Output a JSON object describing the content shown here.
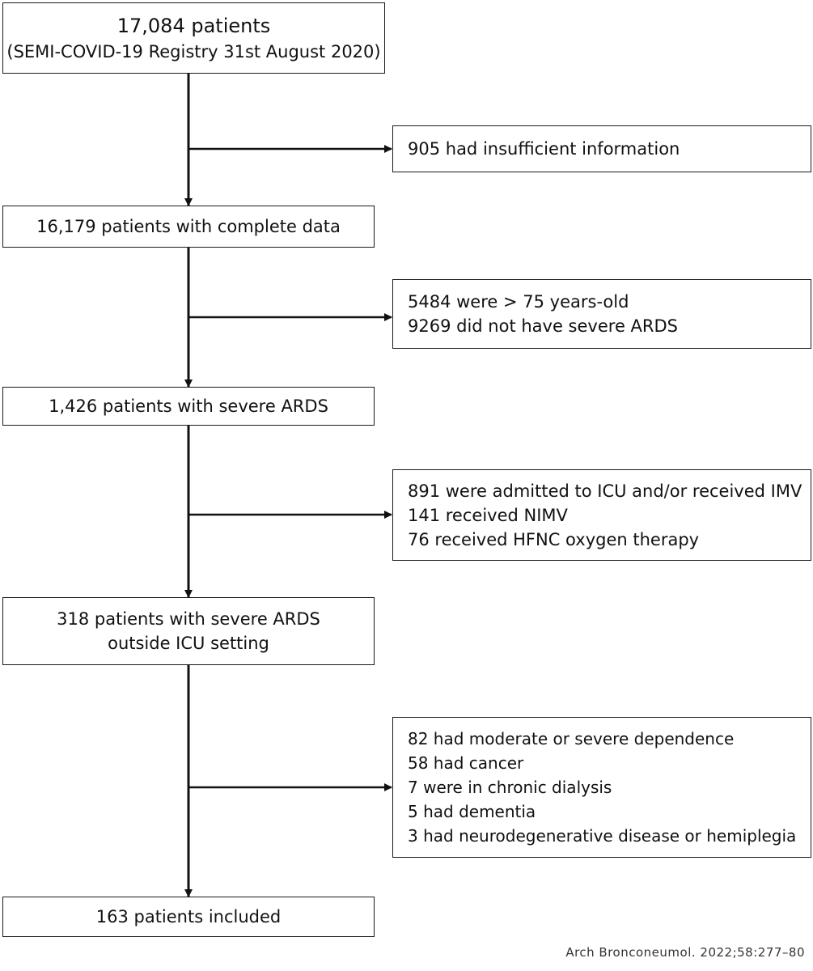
{
  "main_boxes": [
    {
      "lines": [
        "17,084 patients",
        "(SEMI-COVID-19 Registry 31st August 2020)"
      ]
    },
    {
      "lines": [
        "16,179 patients with complete data"
      ]
    },
    {
      "lines": [
        "1,426 patients with severe ARDS"
      ]
    },
    {
      "lines": [
        "318 patients with severe ARDS",
        "outside ICU setting"
      ]
    },
    {
      "lines": [
        "163 patients included"
      ]
    }
  ],
  "exclusion_boxes": [
    {
      "lines": [
        "905 had insufficient information"
      ]
    },
    {
      "lines": [
        "5484 were > 75 years-old",
        "9269 did not have severe ARDS"
      ]
    },
    {
      "lines": [
        "891 were admitted to ICU and/or received IMV",
        "141 received NIMV",
        "76 received HFNC oxygen therapy"
      ]
    },
    {
      "lines": [
        "82 had moderate or severe dependence",
        "58 had cancer",
        "7 were in chronic dialysis",
        "5 had dementia",
        "3 had neurodegenerative disease or hemiplegia"
      ]
    }
  ],
  "citation": "Arch Bronconeumol. 2022;58:277–80"
}
